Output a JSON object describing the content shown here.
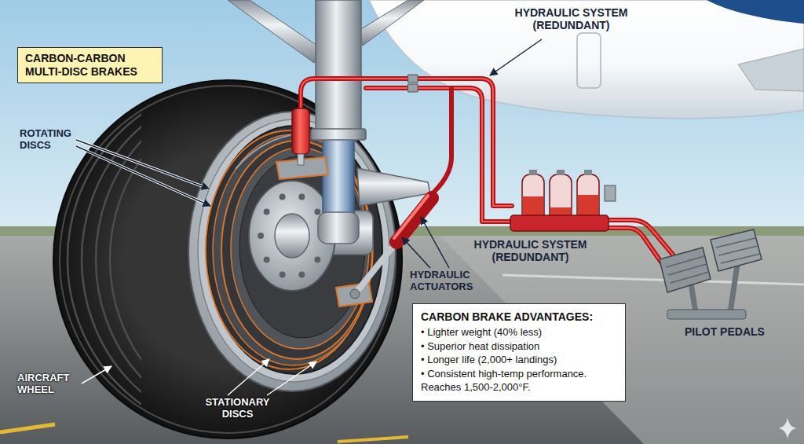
{
  "diagram": {
    "title": "CARBON-CARBON MULTI-DISC BRAKES",
    "nodes": [
      {
        "text": [
          "CARBON BRAKE ADVANTAGES:",
          "• Lighter weight (40% less)",
          "• Superior heat dissipation",
          "• Longer life (2,000+ landings)",
          "• Consistent high-temp performance. Reaches 1,500-2,000°F."
        ]
      }
    ],
    "labels": [
      "ROTATING DISCS",
      "HYDRAULIC SYSTEM (REDUNDANT)",
      "HYDRAULIC SYSTEM (REDUNDANT)",
      "HYDRAULIC ACTUATORS",
      "PILOT PEDALS",
      "AIRCRAFT WHEEL",
      "STATIONARY DISCS"
    ]
  }
}
